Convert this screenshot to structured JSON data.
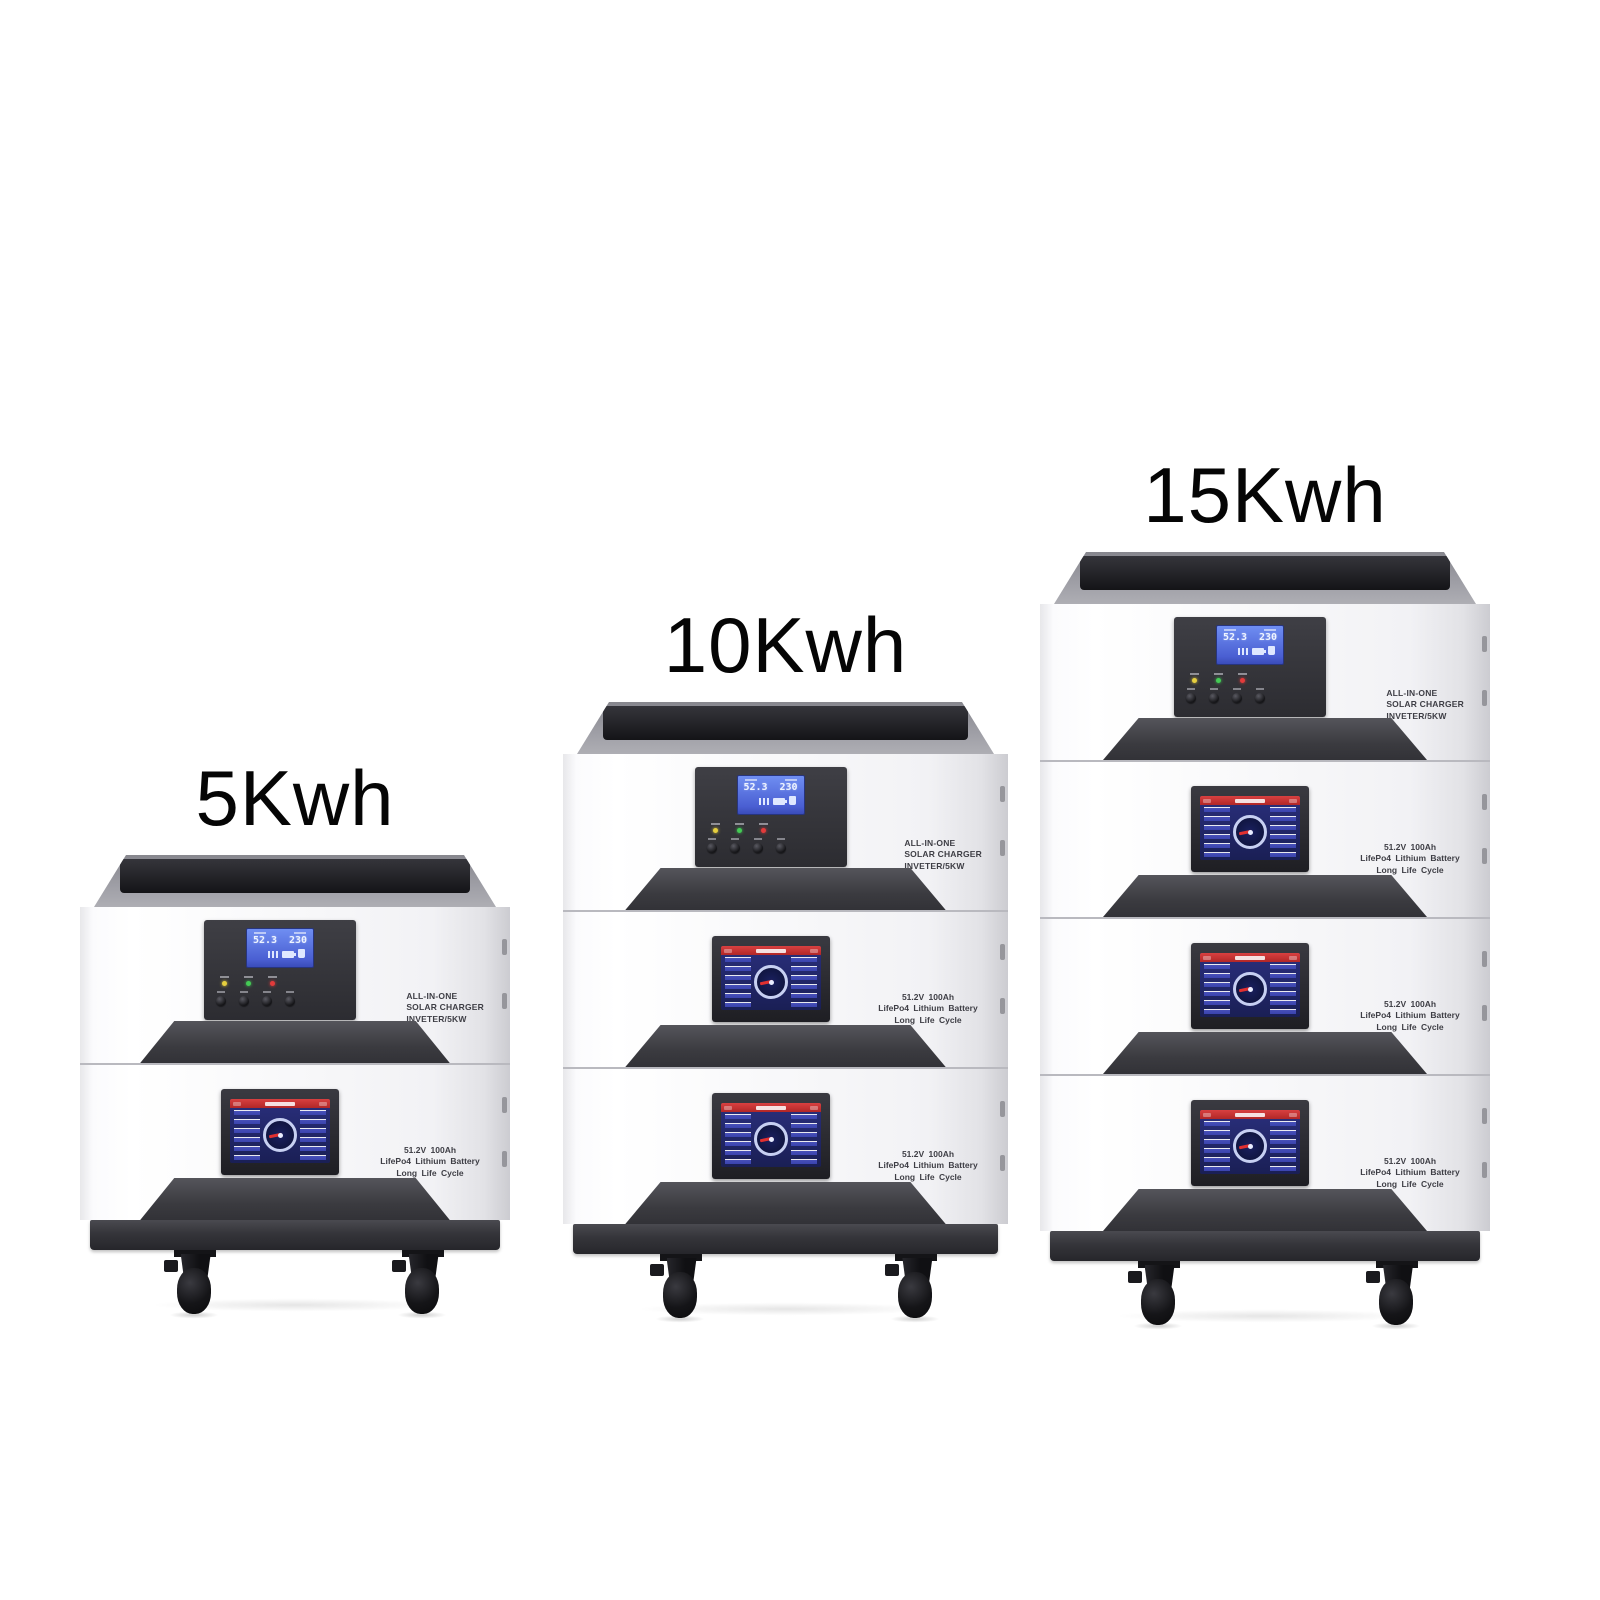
{
  "units": [
    {
      "label": "5Kwh",
      "battery_module_count": 1,
      "inverter_lines": [
        "ALL-IN-ONE",
        "SOLAR CHARGER",
        "INVETER/5KW"
      ],
      "lcd_left": "52.3",
      "lcd_right": "230",
      "battery_lines": [
        "51.2V 100Ah",
        "LifePo4 Lithium Battery",
        "Long Life Cycle"
      ]
    },
    {
      "label": "10Kwh",
      "battery_module_count": 2,
      "inverter_lines": [
        "ALL-IN-ONE",
        "SOLAR CHARGER",
        "INVETER/5KW"
      ],
      "lcd_left": "52.3",
      "lcd_right": "230",
      "battery_lines": [
        "51.2V 100Ah",
        "LifePo4 Lithium Battery",
        "Long Life Cycle"
      ]
    },
    {
      "label": "15Kwh",
      "battery_module_count": 3,
      "inverter_lines": [
        "ALL-IN-ONE",
        "SOLAR CHARGER",
        "INVETER/5KW"
      ],
      "lcd_left": "52.3",
      "lcd_right": "230",
      "battery_lines": [
        "51.2V 100Ah",
        "LifePo4 Lithium Battery",
        "Long Life Cycle"
      ]
    }
  ],
  "icons": {
    "lcd": [
      "pv-bars-icon",
      "battery-icon",
      "ac-output-icon"
    ],
    "panel_leds": [
      "status-led-yellow",
      "status-led-green",
      "status-led-red"
    ]
  },
  "colors": {
    "background": "#ffffff",
    "body_white": "#f5f5f7",
    "panel_dark": "#323237",
    "cap_gray": "#9a9aa1",
    "cap_slab": "#1e1e22",
    "trapezoid": "#3b3b40",
    "base": "#35353a",
    "wheel_black": "#141417",
    "lcd_blue": "#5578e0",
    "bms_screen_navy": "#1e2460",
    "bms_header_red": "#c62f2f",
    "led_yellow": "#e6cf3e",
    "led_green": "#44cb55",
    "led_red": "#e23b3b",
    "label_text": "#050505"
  }
}
